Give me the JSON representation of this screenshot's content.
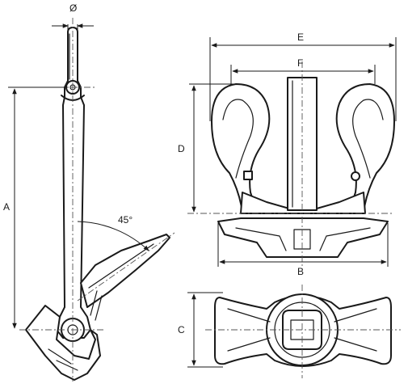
{
  "diagram": {
    "labels": {
      "diameter": "Ø",
      "a": "A",
      "b": "B",
      "c": "C",
      "d": "D",
      "e": "E",
      "f": "F",
      "angle": "45°"
    }
  }
}
